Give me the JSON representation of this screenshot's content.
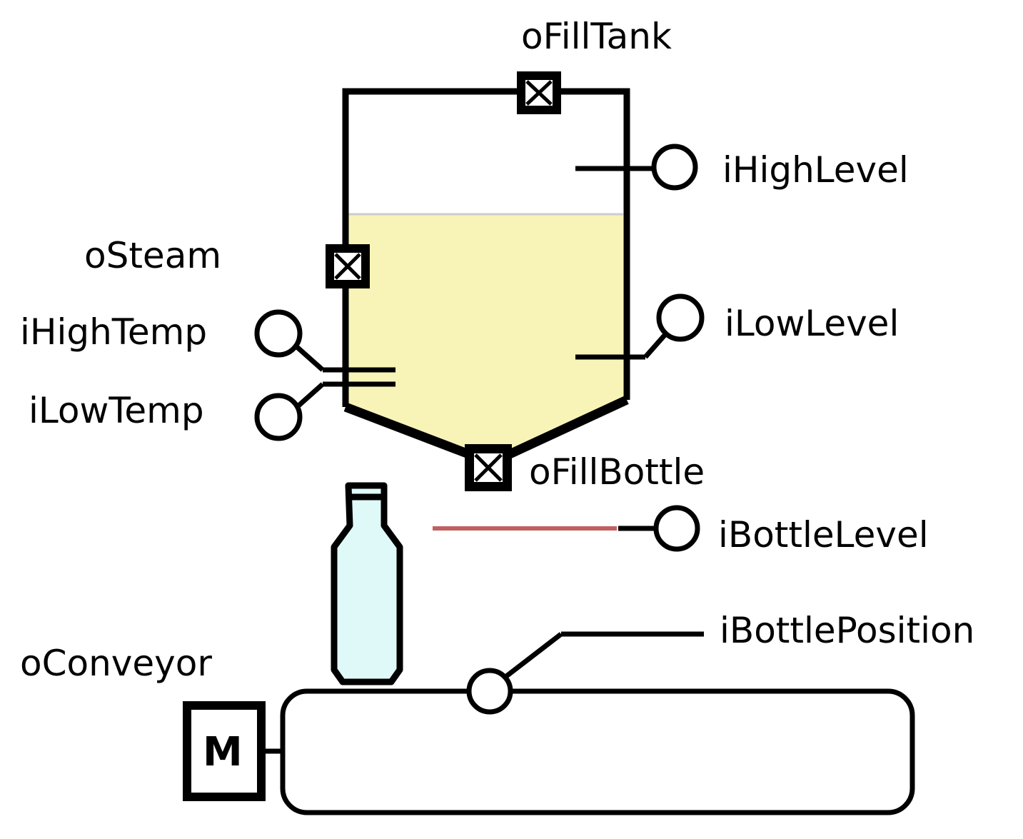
{
  "labels": {
    "fill_tank": "oFillTank",
    "high_level": "iHighLevel",
    "steam": "oSteam",
    "high_temp": "iHighTemp",
    "low_level": "iLowLevel",
    "low_temp": "iLowTemp",
    "fill_bottle": "oFillBottle",
    "bottle_level": "iBottleLevel",
    "bottle_position": "iBottlePosition",
    "conveyor": "oConveyor",
    "motor": "M"
  },
  "colors": {
    "liquid": "#f8f4b8",
    "bottle": "#dff8f8",
    "bottle_level_line": "#c06060",
    "line": "#000000"
  }
}
